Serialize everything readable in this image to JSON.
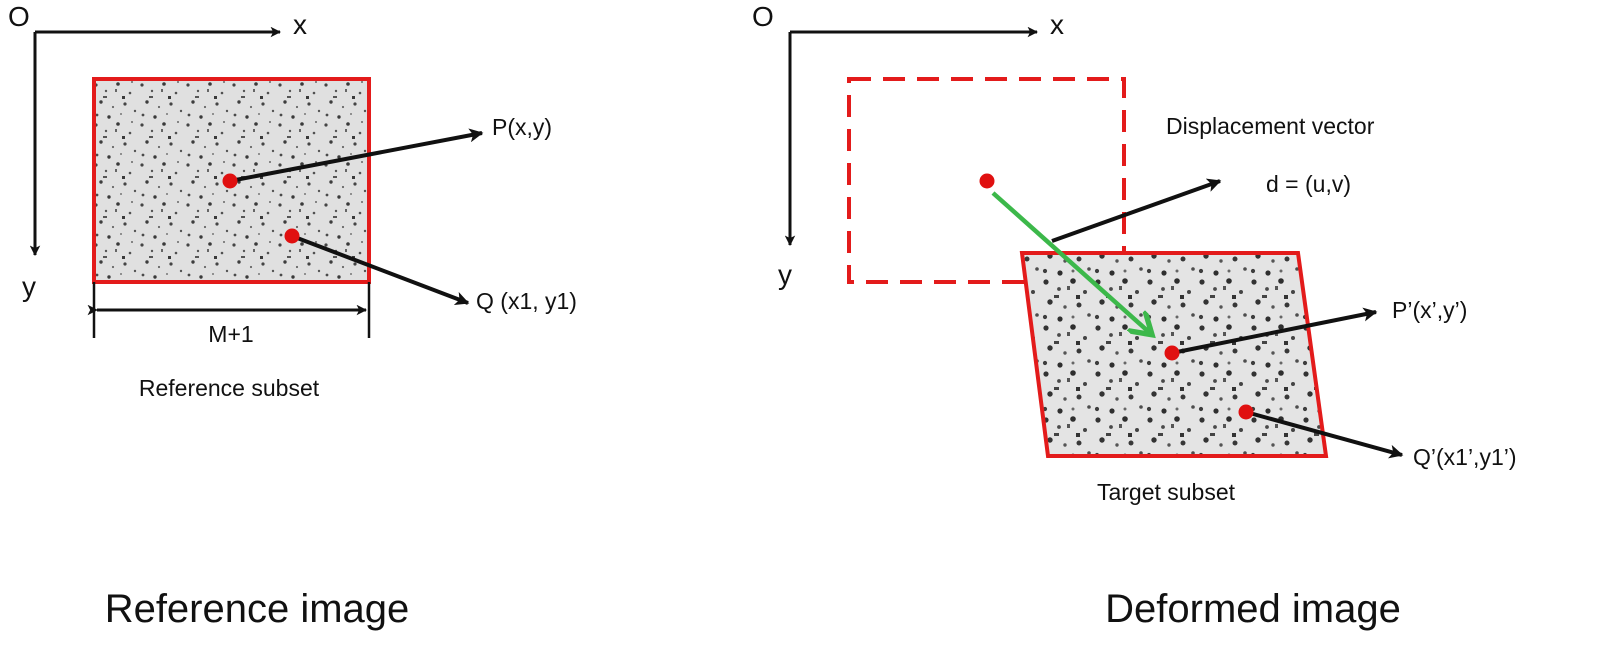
{
  "colors": {
    "subset_border": "#e31b1b",
    "point": "#e01010",
    "arrow": "#111111",
    "displacement_arrow": "#3cb84a",
    "speckle_bg": "#dedede",
    "speckle_dark": "#3a3a3a"
  },
  "left": {
    "origin_label": "O",
    "x_axis_label": "x",
    "y_axis_label": "y",
    "point_p_label": "P(x,y)",
    "point_q_label": "Q (x1, y1)",
    "width_label": "M+1",
    "subset_label": "Reference subset",
    "caption": "Reference image"
  },
  "right": {
    "origin_label": "O",
    "x_axis_label": "x",
    "y_axis_label": "y",
    "displacement_title": "Displacement vector",
    "displacement_formula": "d = (u,v)",
    "point_p_label": "P’(x’,y’)",
    "point_q_label": "Q’(x1’,y1’)",
    "subset_label": "Target subset",
    "caption": "Deformed image"
  }
}
